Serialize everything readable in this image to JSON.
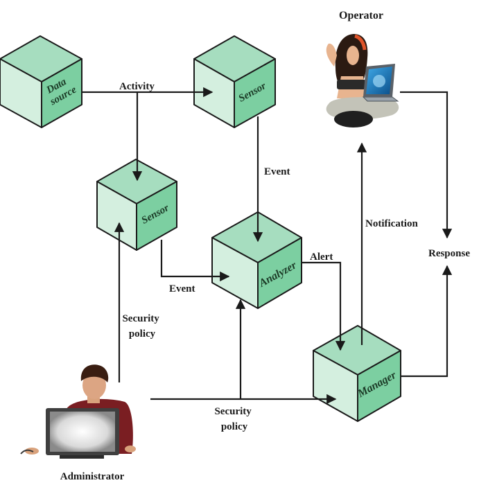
{
  "components": {
    "data_source": {
      "line1": "Data",
      "line2": "source"
    },
    "sensor_top": "Sensor",
    "sensor_left": "Sensor",
    "analyzer": "Analyzer",
    "manager": "Manager"
  },
  "actors": {
    "operator": "Operator",
    "administrator": "Administrator"
  },
  "edges": {
    "activity": "Activity",
    "event_top": "Event",
    "event_left": "Event",
    "alert": "Alert",
    "notification": "Notification",
    "response": "Response",
    "security_policy_left": {
      "line1": "Security",
      "line2": "policy"
    },
    "security_policy_bottom": {
      "line1": "Security",
      "line2": "policy"
    }
  },
  "colors": {
    "cube_top": "#a6ddbf",
    "cube_left_face": "#d4efdf",
    "cube_right_face": "#7ccfa1",
    "edge": "#1a1a1a"
  },
  "icons": {
    "operator": "person-with-laptop-icon",
    "administrator": "person-at-monitor-icon"
  }
}
